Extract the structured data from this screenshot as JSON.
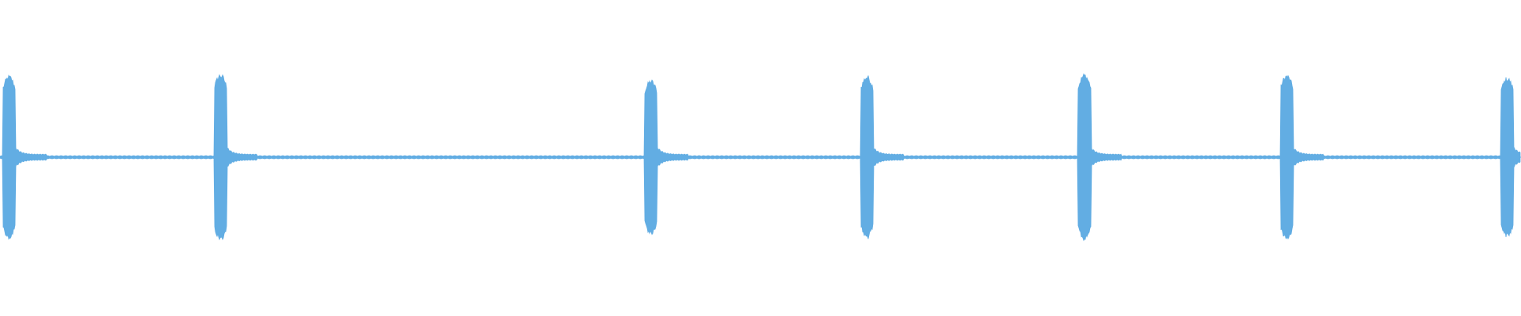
{
  "waveform": {
    "color": "#62ade3",
    "background": "#ffffff",
    "bursts": [
      {
        "position": 0.006,
        "duration": 0.0085,
        "amplitude": 0.95
      },
      {
        "position": 0.145,
        "duration": 0.0085,
        "amplitude": 0.97
      },
      {
        "position": 0.428,
        "duration": 0.0085,
        "amplitude": 0.9
      },
      {
        "position": 0.57,
        "duration": 0.0085,
        "amplitude": 0.95
      },
      {
        "position": 0.713,
        "duration": 0.0085,
        "amplitude": 0.97
      },
      {
        "position": 0.846,
        "duration": 0.0085,
        "amplitude": 0.96
      },
      {
        "position": 0.991,
        "duration": 0.0085,
        "amplitude": 0.93
      }
    ],
    "tail_amplitude": 0.035,
    "noise_amplitude": 0.018
  }
}
